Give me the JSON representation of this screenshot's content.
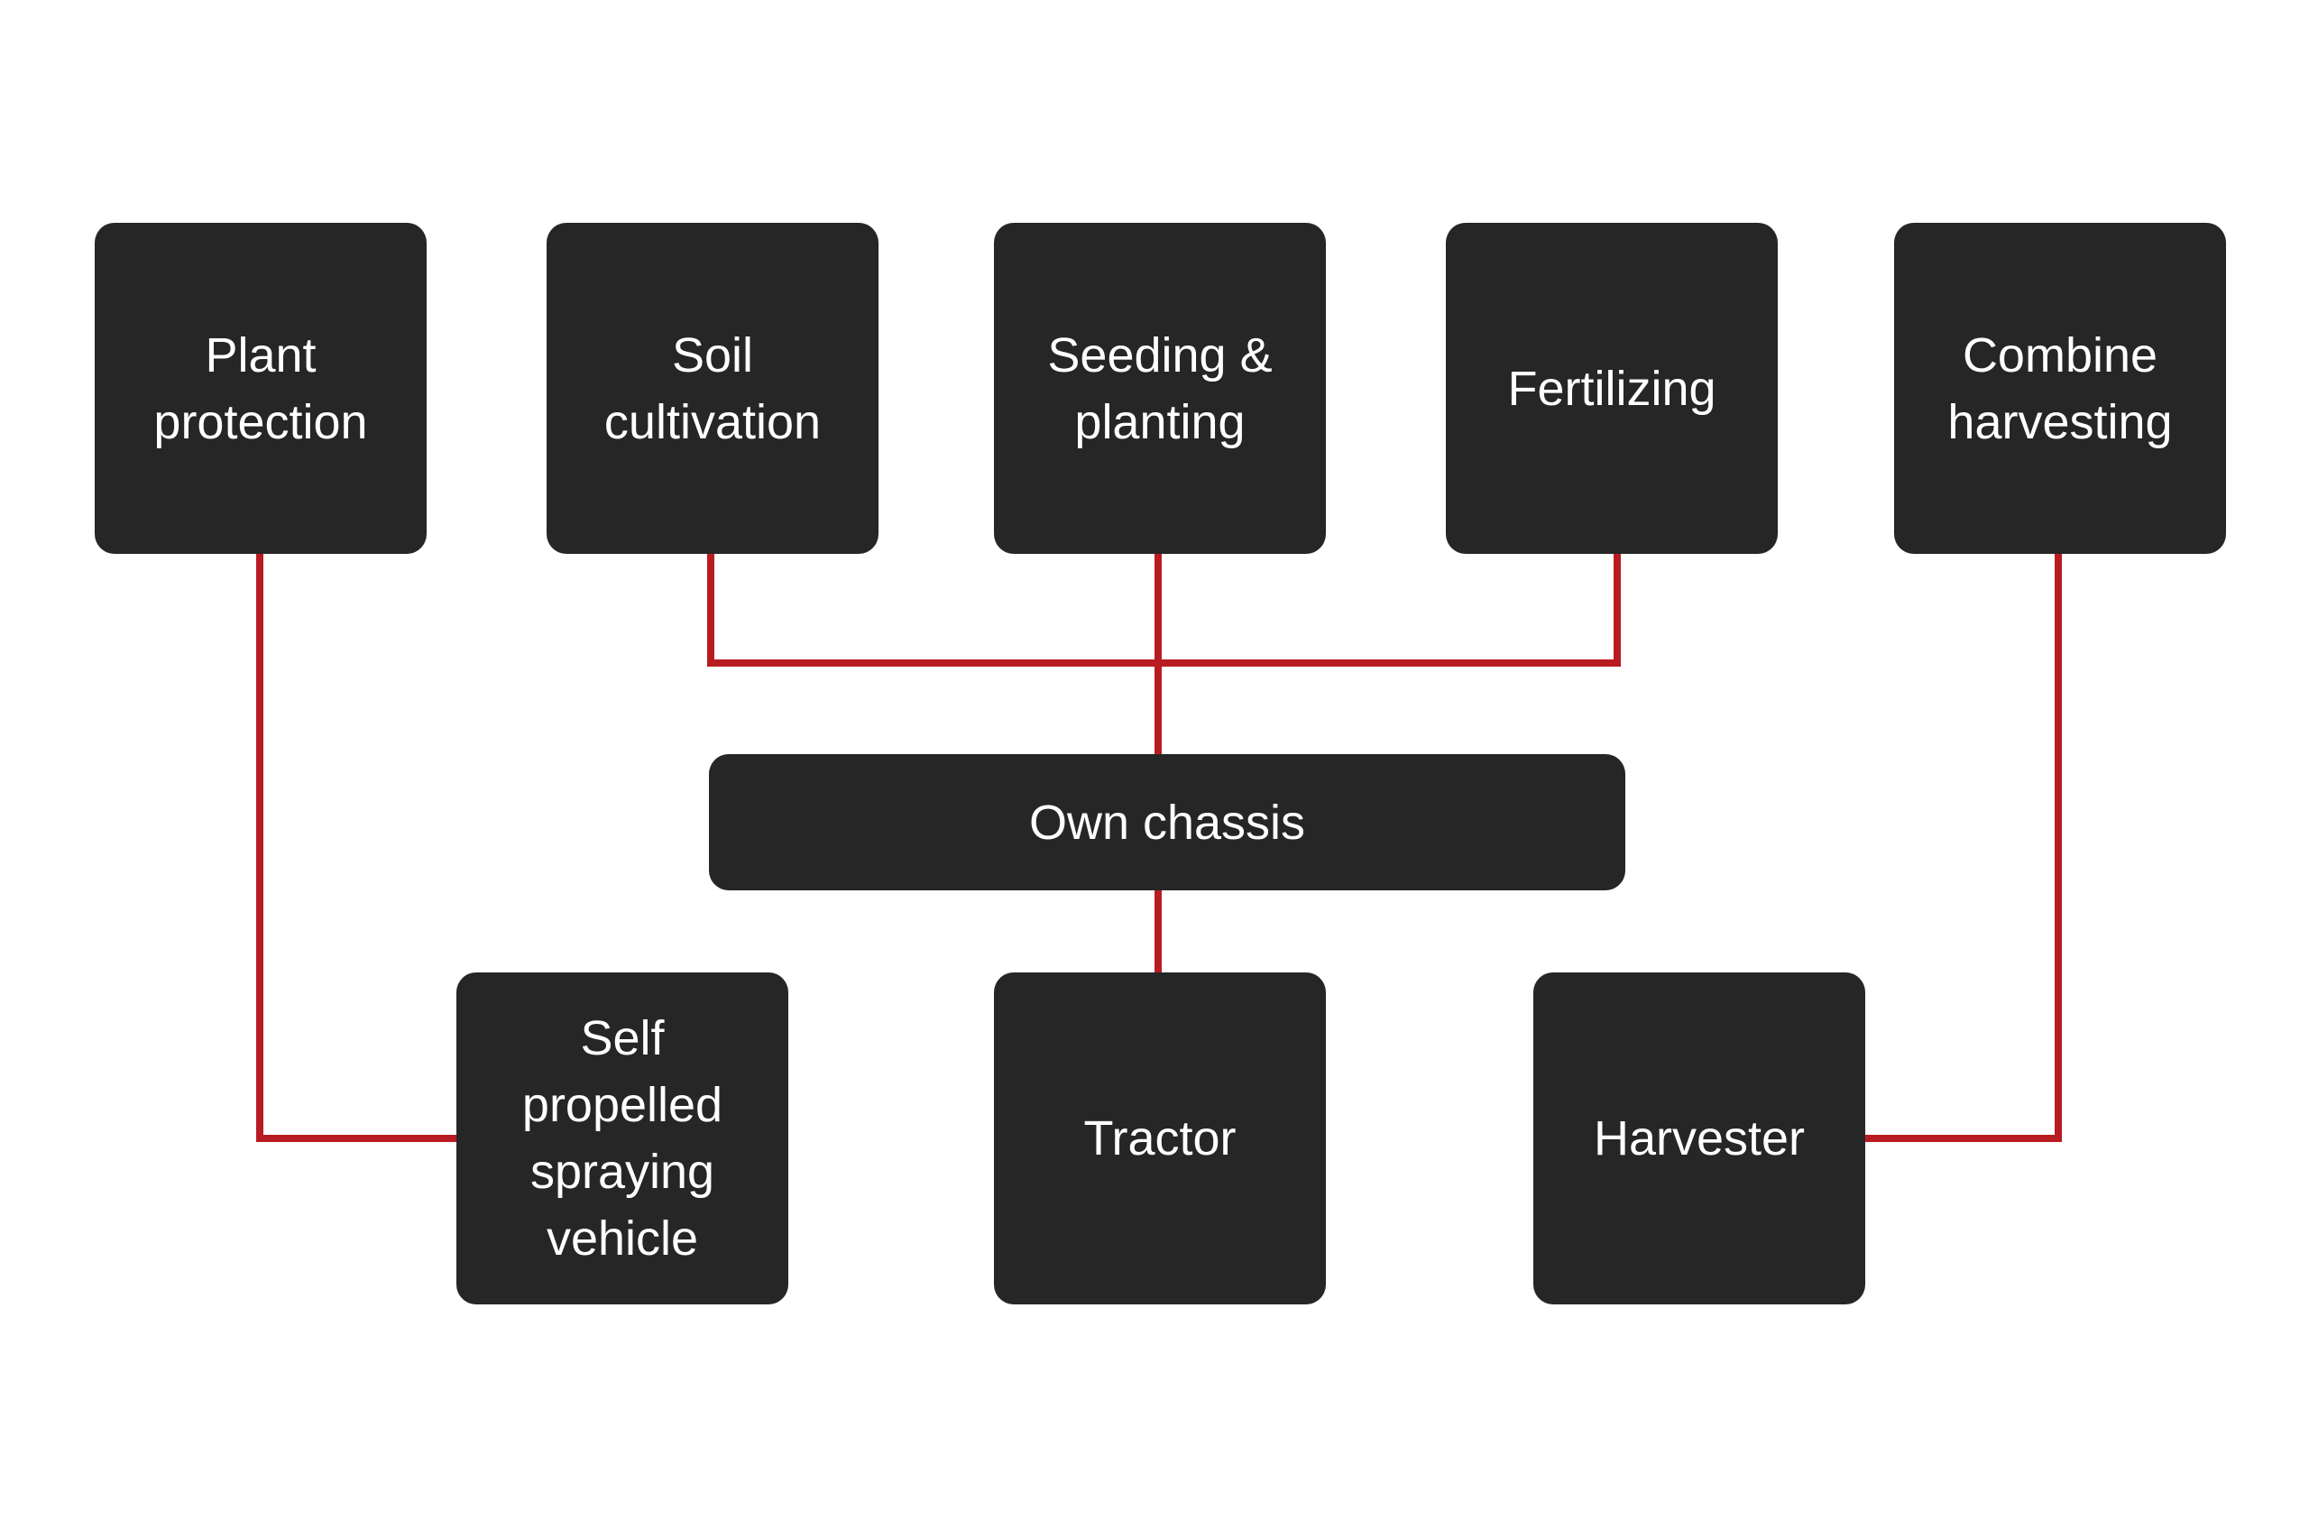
{
  "colors": {
    "node_fill": "#262626",
    "node_text": "#ffffff",
    "connector": "#b81c22",
    "background": "#ffffff"
  },
  "nodes": {
    "plant_protection": "Plant\nprotection",
    "soil_cultivation": "Soil\ncultivation",
    "seeding_planting": "Seeding &\nplanting",
    "fertilizing": "Fertilizing",
    "combine_harvesting": "Combine\nharvesting",
    "own_chassis": "Own chassis",
    "self_propelled_spraying_vehicle": "Self\npropelled\nspraying\nvehicle",
    "tractor": "Tractor",
    "harvester": "Harvester"
  },
  "edges": [
    {
      "from": "plant_protection",
      "to": "self_propelled_spraying_vehicle"
    },
    {
      "from": "soil_cultivation",
      "to": "own_chassis"
    },
    {
      "from": "seeding_planting",
      "to": "own_chassis"
    },
    {
      "from": "fertilizing",
      "to": "own_chassis"
    },
    {
      "from": "own_chassis",
      "to": "tractor"
    },
    {
      "from": "combine_harvesting",
      "to": "harvester"
    }
  ]
}
